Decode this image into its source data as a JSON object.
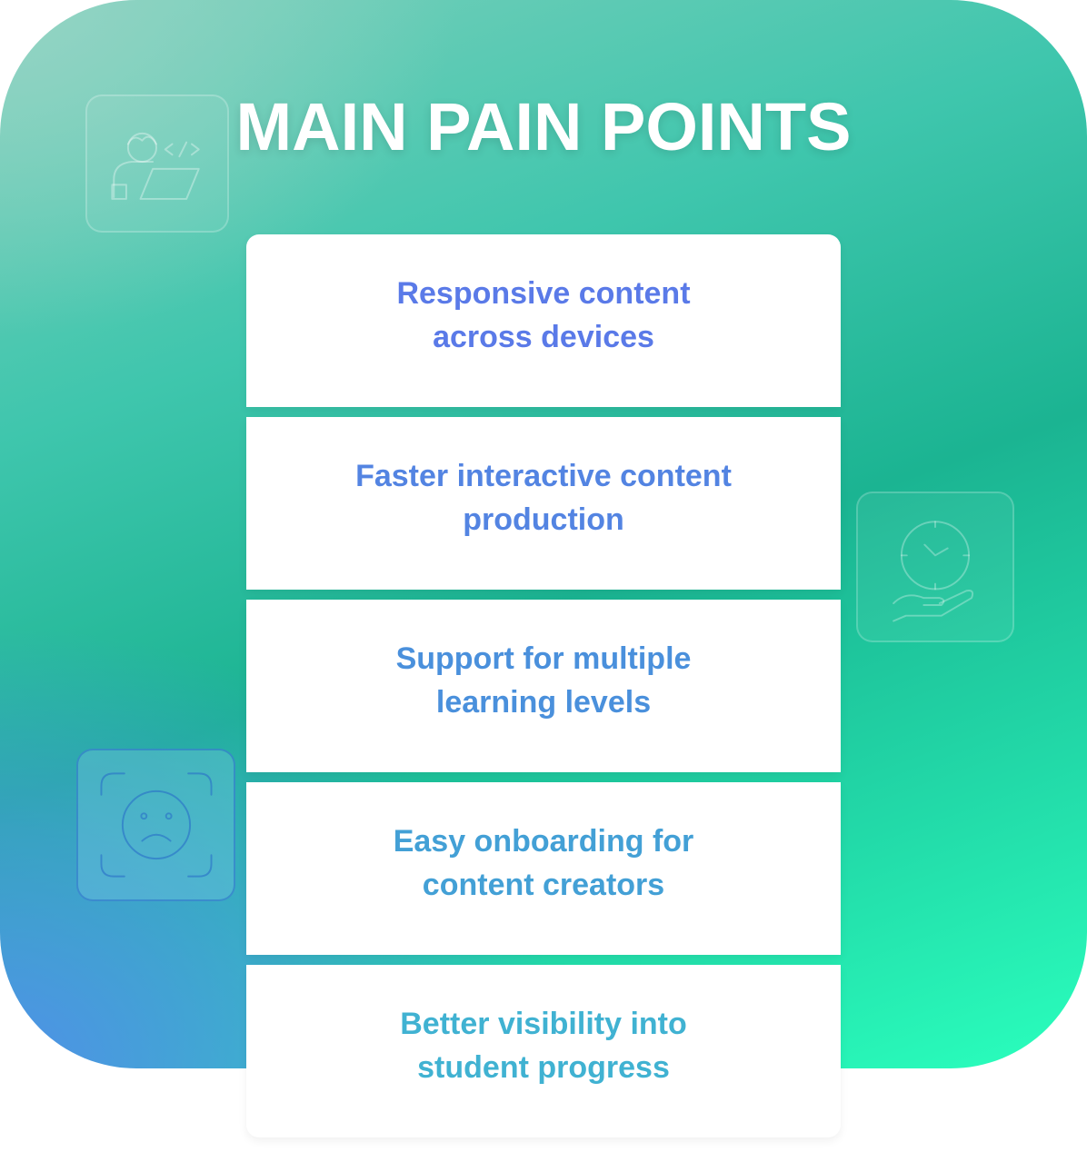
{
  "title": "MAIN PAIN POINTS",
  "pain_points": [
    "Responsive content across devices",
    "Faster interactive content production",
    "Support for multiple learning levels",
    "Easy onboarding for content creators",
    "Better visibility into student progress"
  ],
  "icons": [
    "developer-laptop-icon",
    "clock-on-hand-icon",
    "sad-face-scan-icon"
  ],
  "colors": {
    "panel_green": "#1bb492",
    "panel_blue": "#5090e8",
    "text_blue": "#5a7ae8",
    "text_teal": "#40b2d2"
  }
}
